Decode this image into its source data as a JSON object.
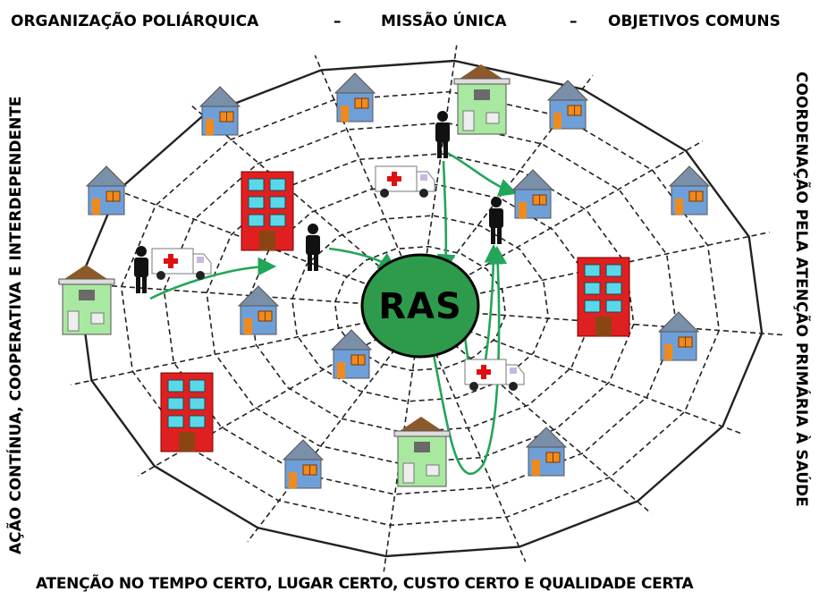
{
  "header": {
    "part1": "ORGANIZAÇÃO POLIÁRQUICA",
    "sep1": "–",
    "part2": "MISSÃO ÚNICA",
    "sep2": "–",
    "part3": "OBJETIVOS COMUNS"
  },
  "left_text": "AÇÃO CONTÍNUA, COOPERATIVA E  INTERDEPENDENTE",
  "right_text": "COORDENAÇÃO PELA ATENÇÃO PRIMÁRIA À SAÚDE",
  "bottom_text": "ATENÇÃO NO TEMPO CERTO, LUGAR CERTO, CUSTO CERTO E QUALIDADE CERTA",
  "center_label": "RAS",
  "colors": {
    "center_fill": "#2e9b4c",
    "arrow": "#23a55a",
    "house_wall": "#6f9fd8",
    "house_roof": "#7a8fa8",
    "house_door": "#f08a1c",
    "clinic_wall": "#a8e8a0",
    "clinic_roof": "#8a5a2a",
    "hospital_wall": "#e02020",
    "hospital_window": "#5ad8e8",
    "ambulance_cross": "#e01010"
  }
}
